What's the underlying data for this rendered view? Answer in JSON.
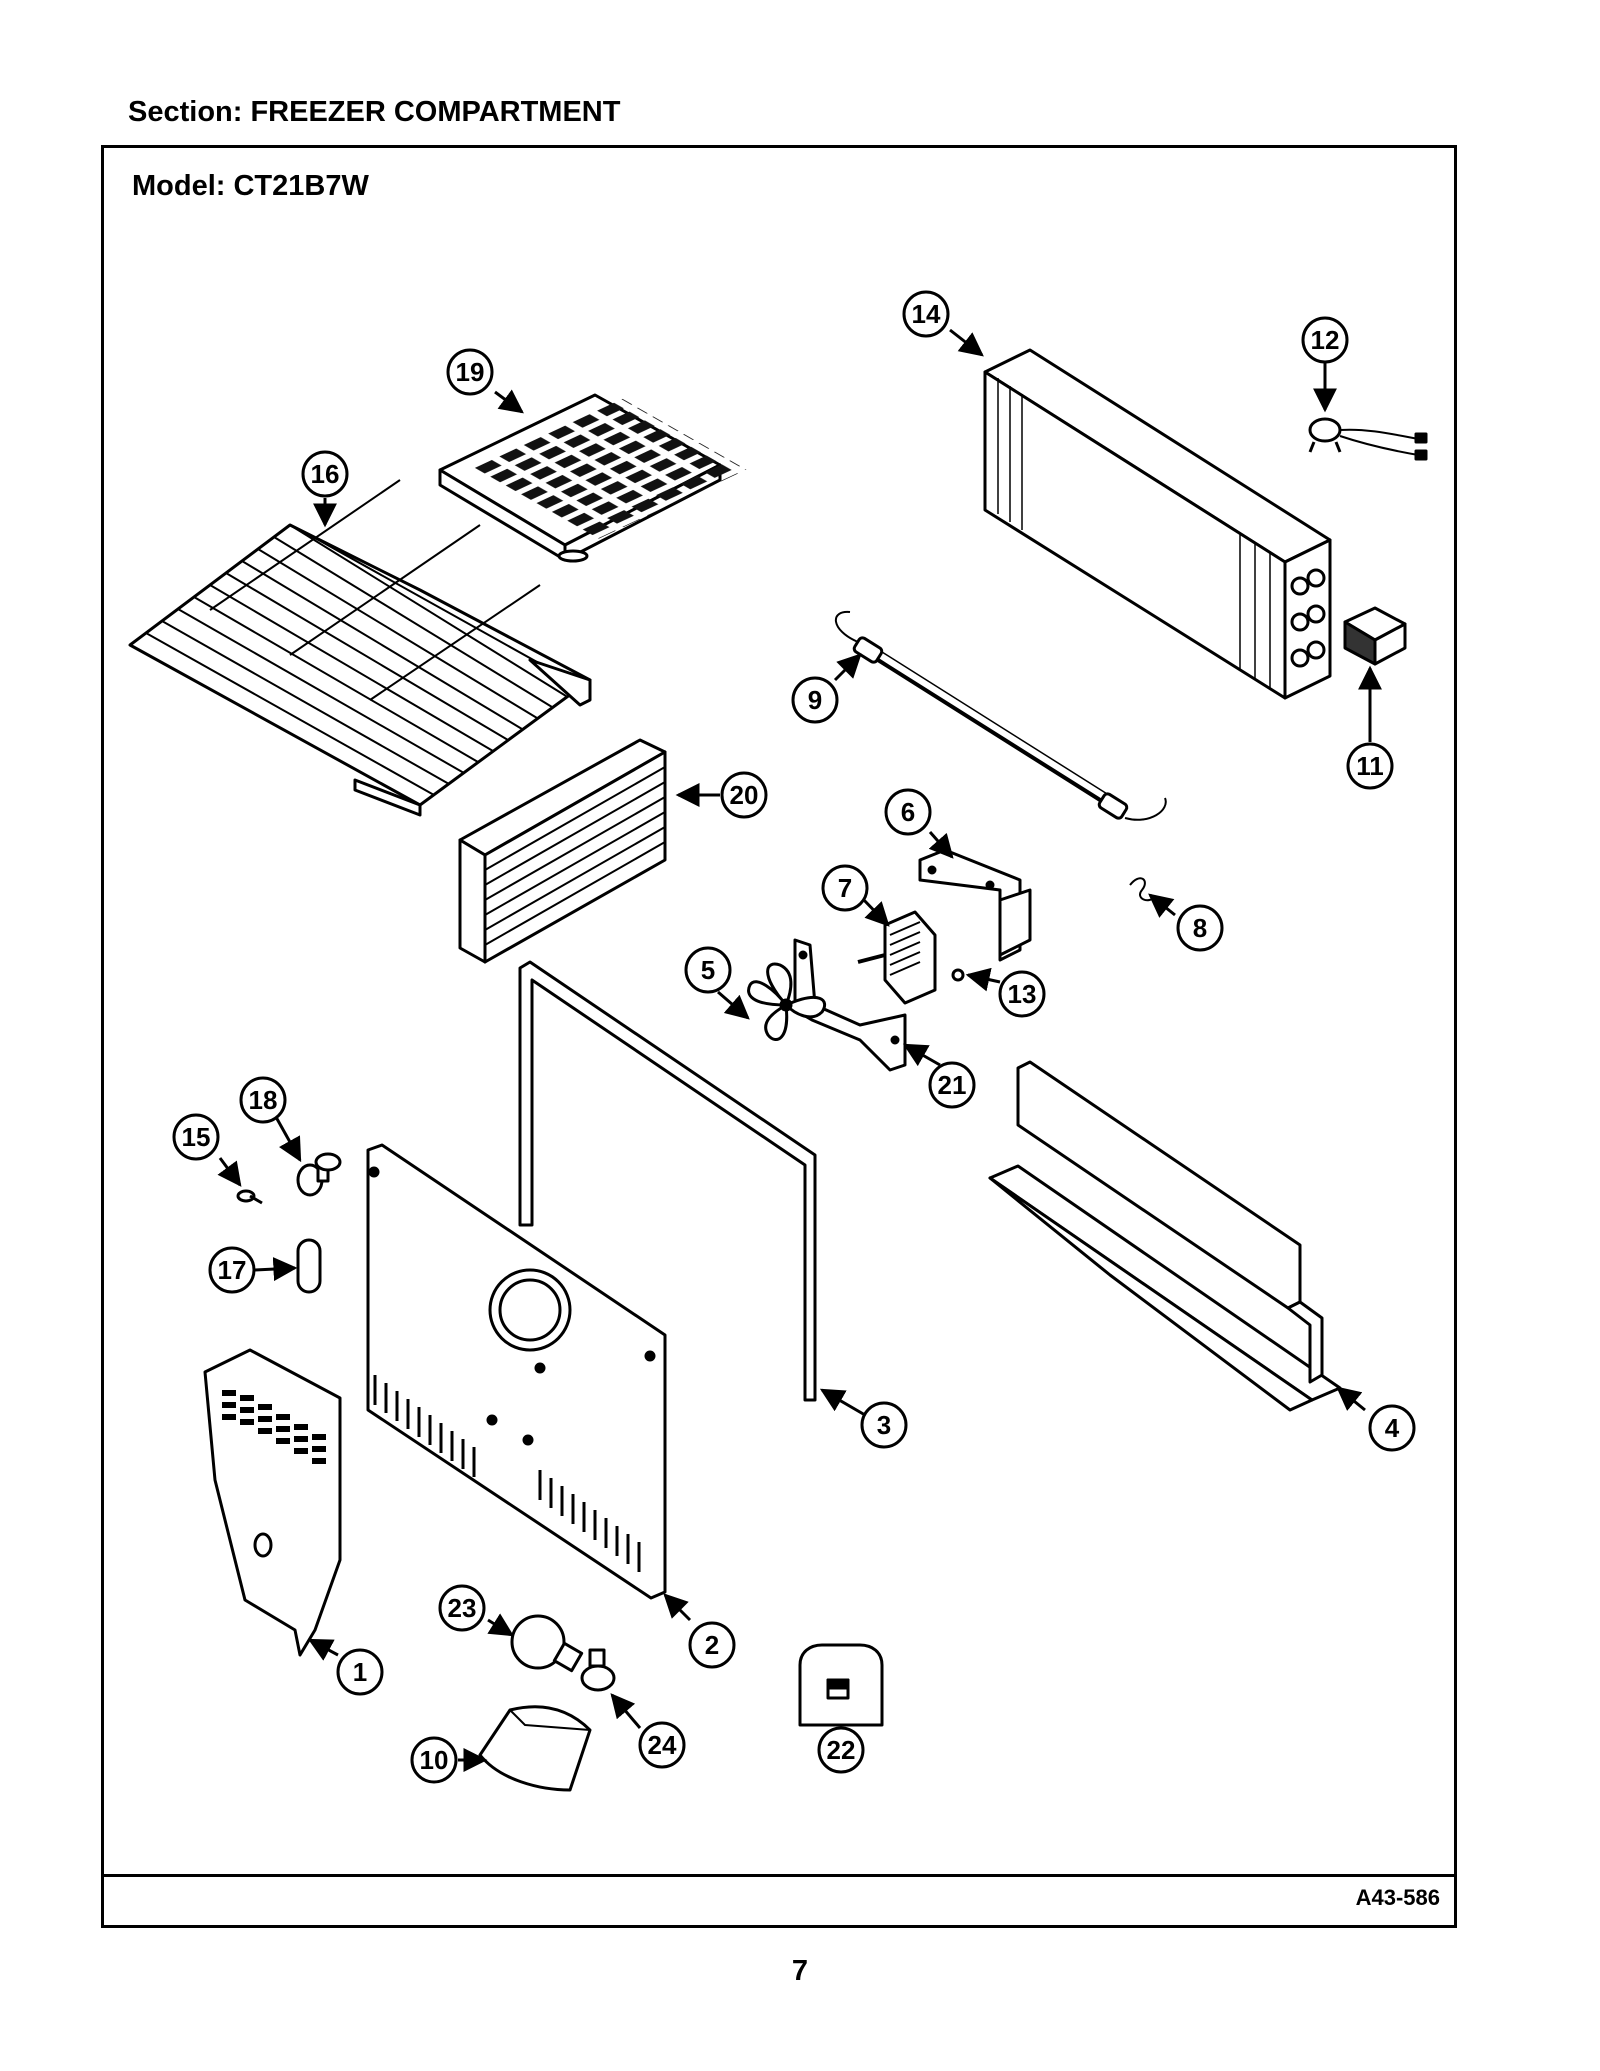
{
  "header": {
    "section_label": "Section:  FREEZER COMPARTMENT",
    "model_label": "Model:  CT21B7W"
  },
  "footer": {
    "diagram_code": "A43-586",
    "page_number": "7"
  },
  "callouts": [
    "1",
    "2",
    "3",
    "4",
    "5",
    "6",
    "7",
    "8",
    "9",
    "10",
    "11",
    "12",
    "13",
    "14",
    "15",
    "16",
    "17",
    "18",
    "19",
    "20",
    "21",
    "22",
    "23",
    "24"
  ]
}
